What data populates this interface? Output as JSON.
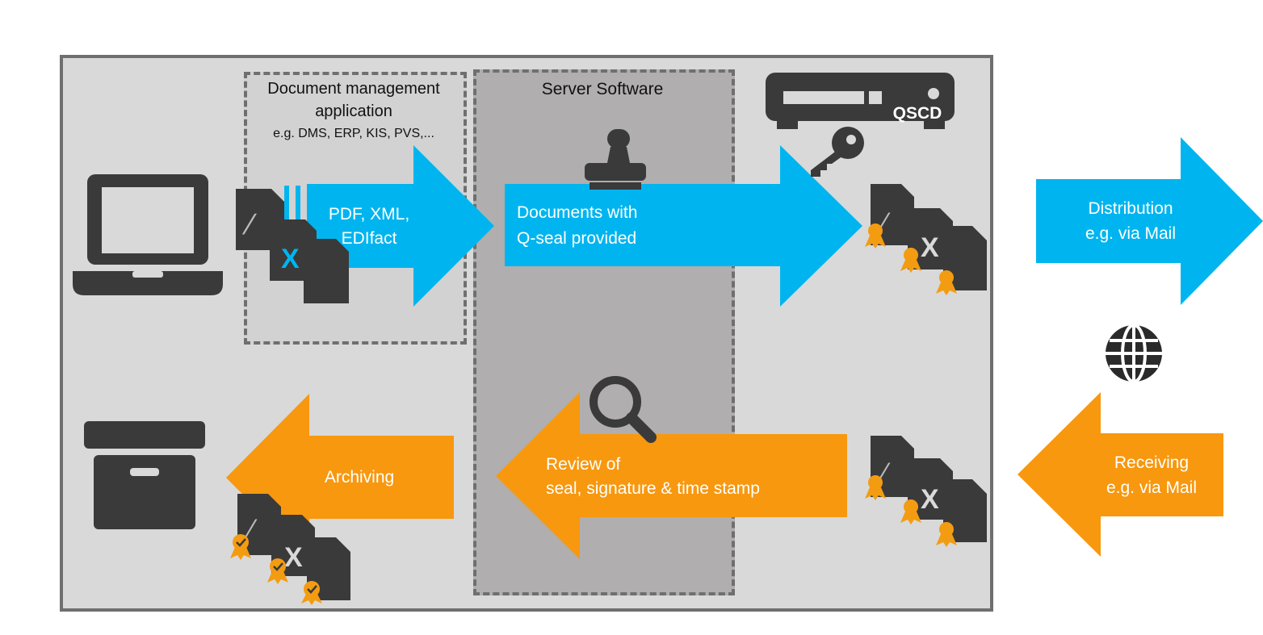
{
  "colors": {
    "blue_arrow": "#00b5ef",
    "orange_arrow": "#f7980f",
    "icon_dark": "#3a3a3a",
    "frame_border": "#6f6f6f",
    "frame_fill": "#d9d9d9",
    "server_fill": "#b0aeae",
    "badge": "#f39c12"
  },
  "dms": {
    "title_line1": "Document management",
    "title_line2": "application",
    "examples": "e.g. DMS, ERP, KIS, PVS,..."
  },
  "server": {
    "title": "Server Software"
  },
  "qscd": {
    "label": "QSCD"
  },
  "arrows": {
    "formats": {
      "line1": "PDF, XML,",
      "line2": "EDIfact"
    },
    "sealed": {
      "line1": "Documents with",
      "line2": "Q-seal provided"
    },
    "distribution": {
      "line1": "Distribution",
      "line2": "e.g. via Mail"
    },
    "receiving": {
      "line1": "Receiving",
      "line2": "e.g. via Mail"
    },
    "review": {
      "line1": "Review of",
      "line2": "seal, signature & time stamp"
    },
    "archiving": {
      "label": "Archiving"
    }
  },
  "doc_glyphs": {
    "pdf": "⁄",
    "xml": "X"
  },
  "icons": [
    "laptop-icon",
    "archive-box-icon",
    "stamp-icon",
    "key-icon",
    "magnifier-icon",
    "globe-icon",
    "qscd-device-icon",
    "document-stack-icon",
    "seal-badge-icon"
  ]
}
